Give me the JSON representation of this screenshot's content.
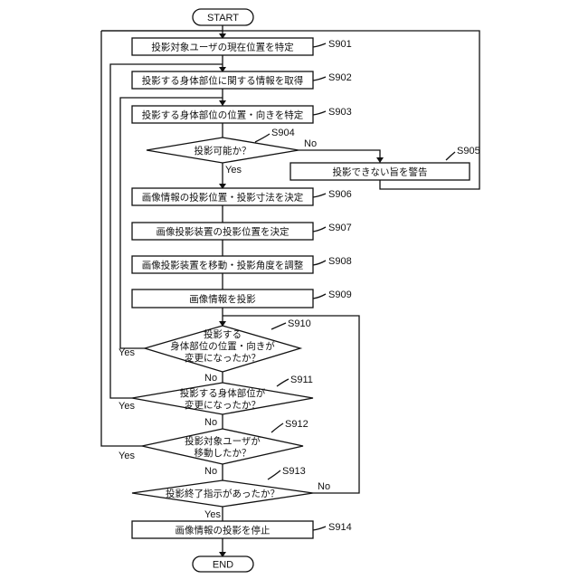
{
  "flowchart": {
    "start": "START",
    "end": "END",
    "steps": [
      {
        "id": "S901",
        "text": "投影対象ユーザの現在位置を特定"
      },
      {
        "id": "S902",
        "text": "投影する身体部位に関する情報を取得"
      },
      {
        "id": "S903",
        "text": "投影する身体部位の位置・向きを特定"
      },
      {
        "id": "S904",
        "lines": [
          "投影可能か？"
        ]
      },
      {
        "id": "S905",
        "text": "投影できない旨を警告"
      },
      {
        "id": "S906",
        "text": "画像情報の投影位置・投影寸法を決定"
      },
      {
        "id": "S907",
        "text": "画像投影装置の投影位置を決定"
      },
      {
        "id": "S908",
        "text": "画像投影装置を移動・投影角度を調整"
      },
      {
        "id": "S909",
        "text": "画像情報を投影"
      },
      {
        "id": "S910",
        "lines": [
          "投影する",
          "身体部位の位置・向きが",
          "変更になったか？"
        ]
      },
      {
        "id": "S911",
        "lines": [
          "投影する身体部位が",
          "変更になったか？"
        ]
      },
      {
        "id": "S912",
        "lines": [
          "投影対象ユーザが",
          "移動したか？"
        ]
      },
      {
        "id": "S913",
        "lines": [
          "投影終了指示があったか？"
        ]
      },
      {
        "id": "S914",
        "text": "画像情報の投影を停止"
      }
    ],
    "labels": {
      "yes": "Yes",
      "no": "No"
    }
  }
}
